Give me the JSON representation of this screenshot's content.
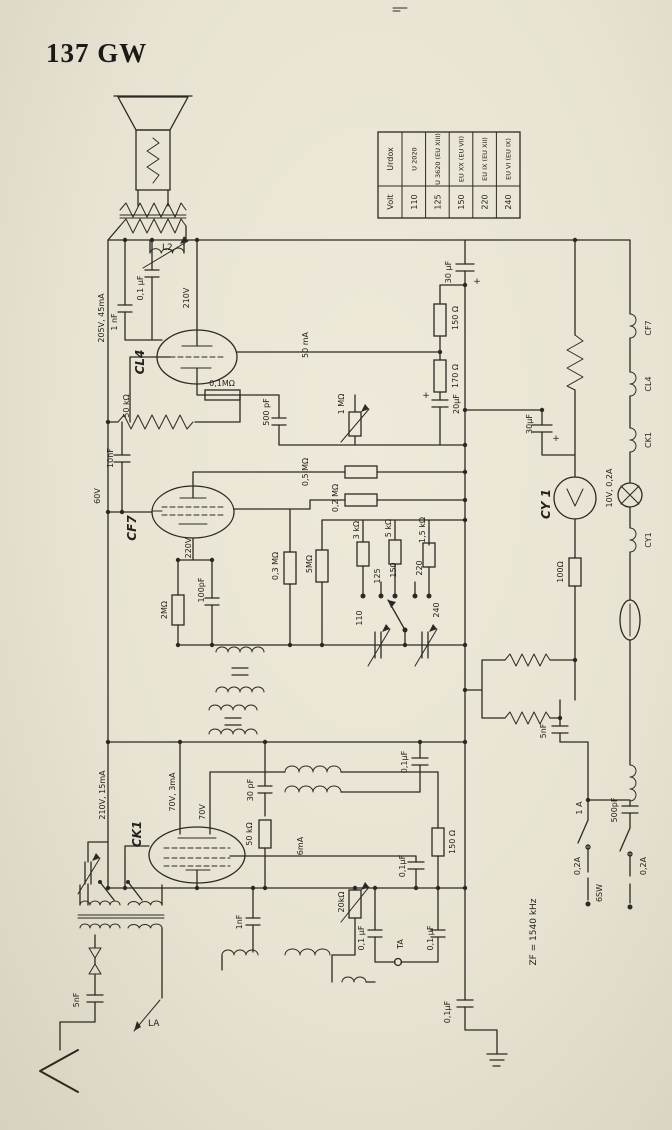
{
  "title": "137 GW",
  "colors": {
    "paper": "#e9e4d4",
    "ink": "#2b2923"
  },
  "table": {
    "header_top": "Urdox",
    "header_bottom": "Volt",
    "columns": [
      {
        "volt": "110",
        "urdox": "U 2020"
      },
      {
        "volt": "125",
        "urdox": "U 3620 (EU XIII)"
      },
      {
        "volt": "150",
        "urdox": "EU XX (EU VII)"
      },
      {
        "volt": "220",
        "urdox": "EU IX (EU XII)"
      },
      {
        "volt": "240",
        "urdox": "EU VI (EU IX)"
      }
    ]
  },
  "tubes": {
    "cl4": "CL4",
    "cf7": "CF7",
    "ck1": "CK1",
    "cy1": "CY 1"
  },
  "heater_chain": {
    "cf7": "CF7",
    "cl4": "CL4",
    "ck1": "CK1",
    "cy1": "CY1",
    "lamp": "10V, 0,2A"
  },
  "if_frequency": "ZF = 1540 kHz",
  "labels": {
    "l2": "L2",
    "v205": "205V, 45mA",
    "c1nf": "1 nF",
    "c01uf_out": "0,1 μF",
    "v210": "210V",
    "c30uf_top": "30 μF",
    "plus": "+",
    "i50ma": "50 mA",
    "r150_out": "150 Ω",
    "r170": "170 Ω",
    "c20uf": "20μF",
    "r50k_out": "50 kΩ",
    "r01m": "0,1MΩ",
    "c500pf": "500 pF",
    "r1m": "1 MΩ",
    "c10nf": "10nF",
    "v60": "60V",
    "r05m": "0,5 MΩ",
    "r02m": "0,2 MΩ",
    "c30uf_right": "30μF",
    "v220": "220V",
    "r3k": "3 kΩ",
    "r5k": "5 kΩ",
    "r1k5": "1,5 kΩ",
    "r03m": "0,3 MΩ",
    "r5m": "5MΩ",
    "r2m": "2MΩ",
    "c100pf": "100pF",
    "s110": "110",
    "s125": "125",
    "s150": "150",
    "s220": "220",
    "s240": "240",
    "r100": "100Ω",
    "c5nf_right": "5nF",
    "c01uf_det": "0,1μF",
    "v210_15": "210V, 15mA",
    "v70_3": "70V, 3mA",
    "v70": "70V",
    "c30pf": "30 pF",
    "r50k_osc": "50 kΩ",
    "i6ma": "6mA",
    "r150_ck1": "150 Ω",
    "c01uf_ck1": "0,1μF",
    "r20k": "20kΩ",
    "c1nf_bot": "1nF",
    "c01uf_ta1": "0,1 μF",
    "ta": "TA",
    "c01uf_ta2": "0,1 μF",
    "c500pf_mains": "500pF",
    "f1a": "1 A",
    "f02a_l": "0,2A",
    "sw6": "6SW",
    "f02a_r": "0,2A",
    "la": "LA",
    "c5nf_ant": "5nF",
    "c01uf_gnd": "0,1μF"
  }
}
